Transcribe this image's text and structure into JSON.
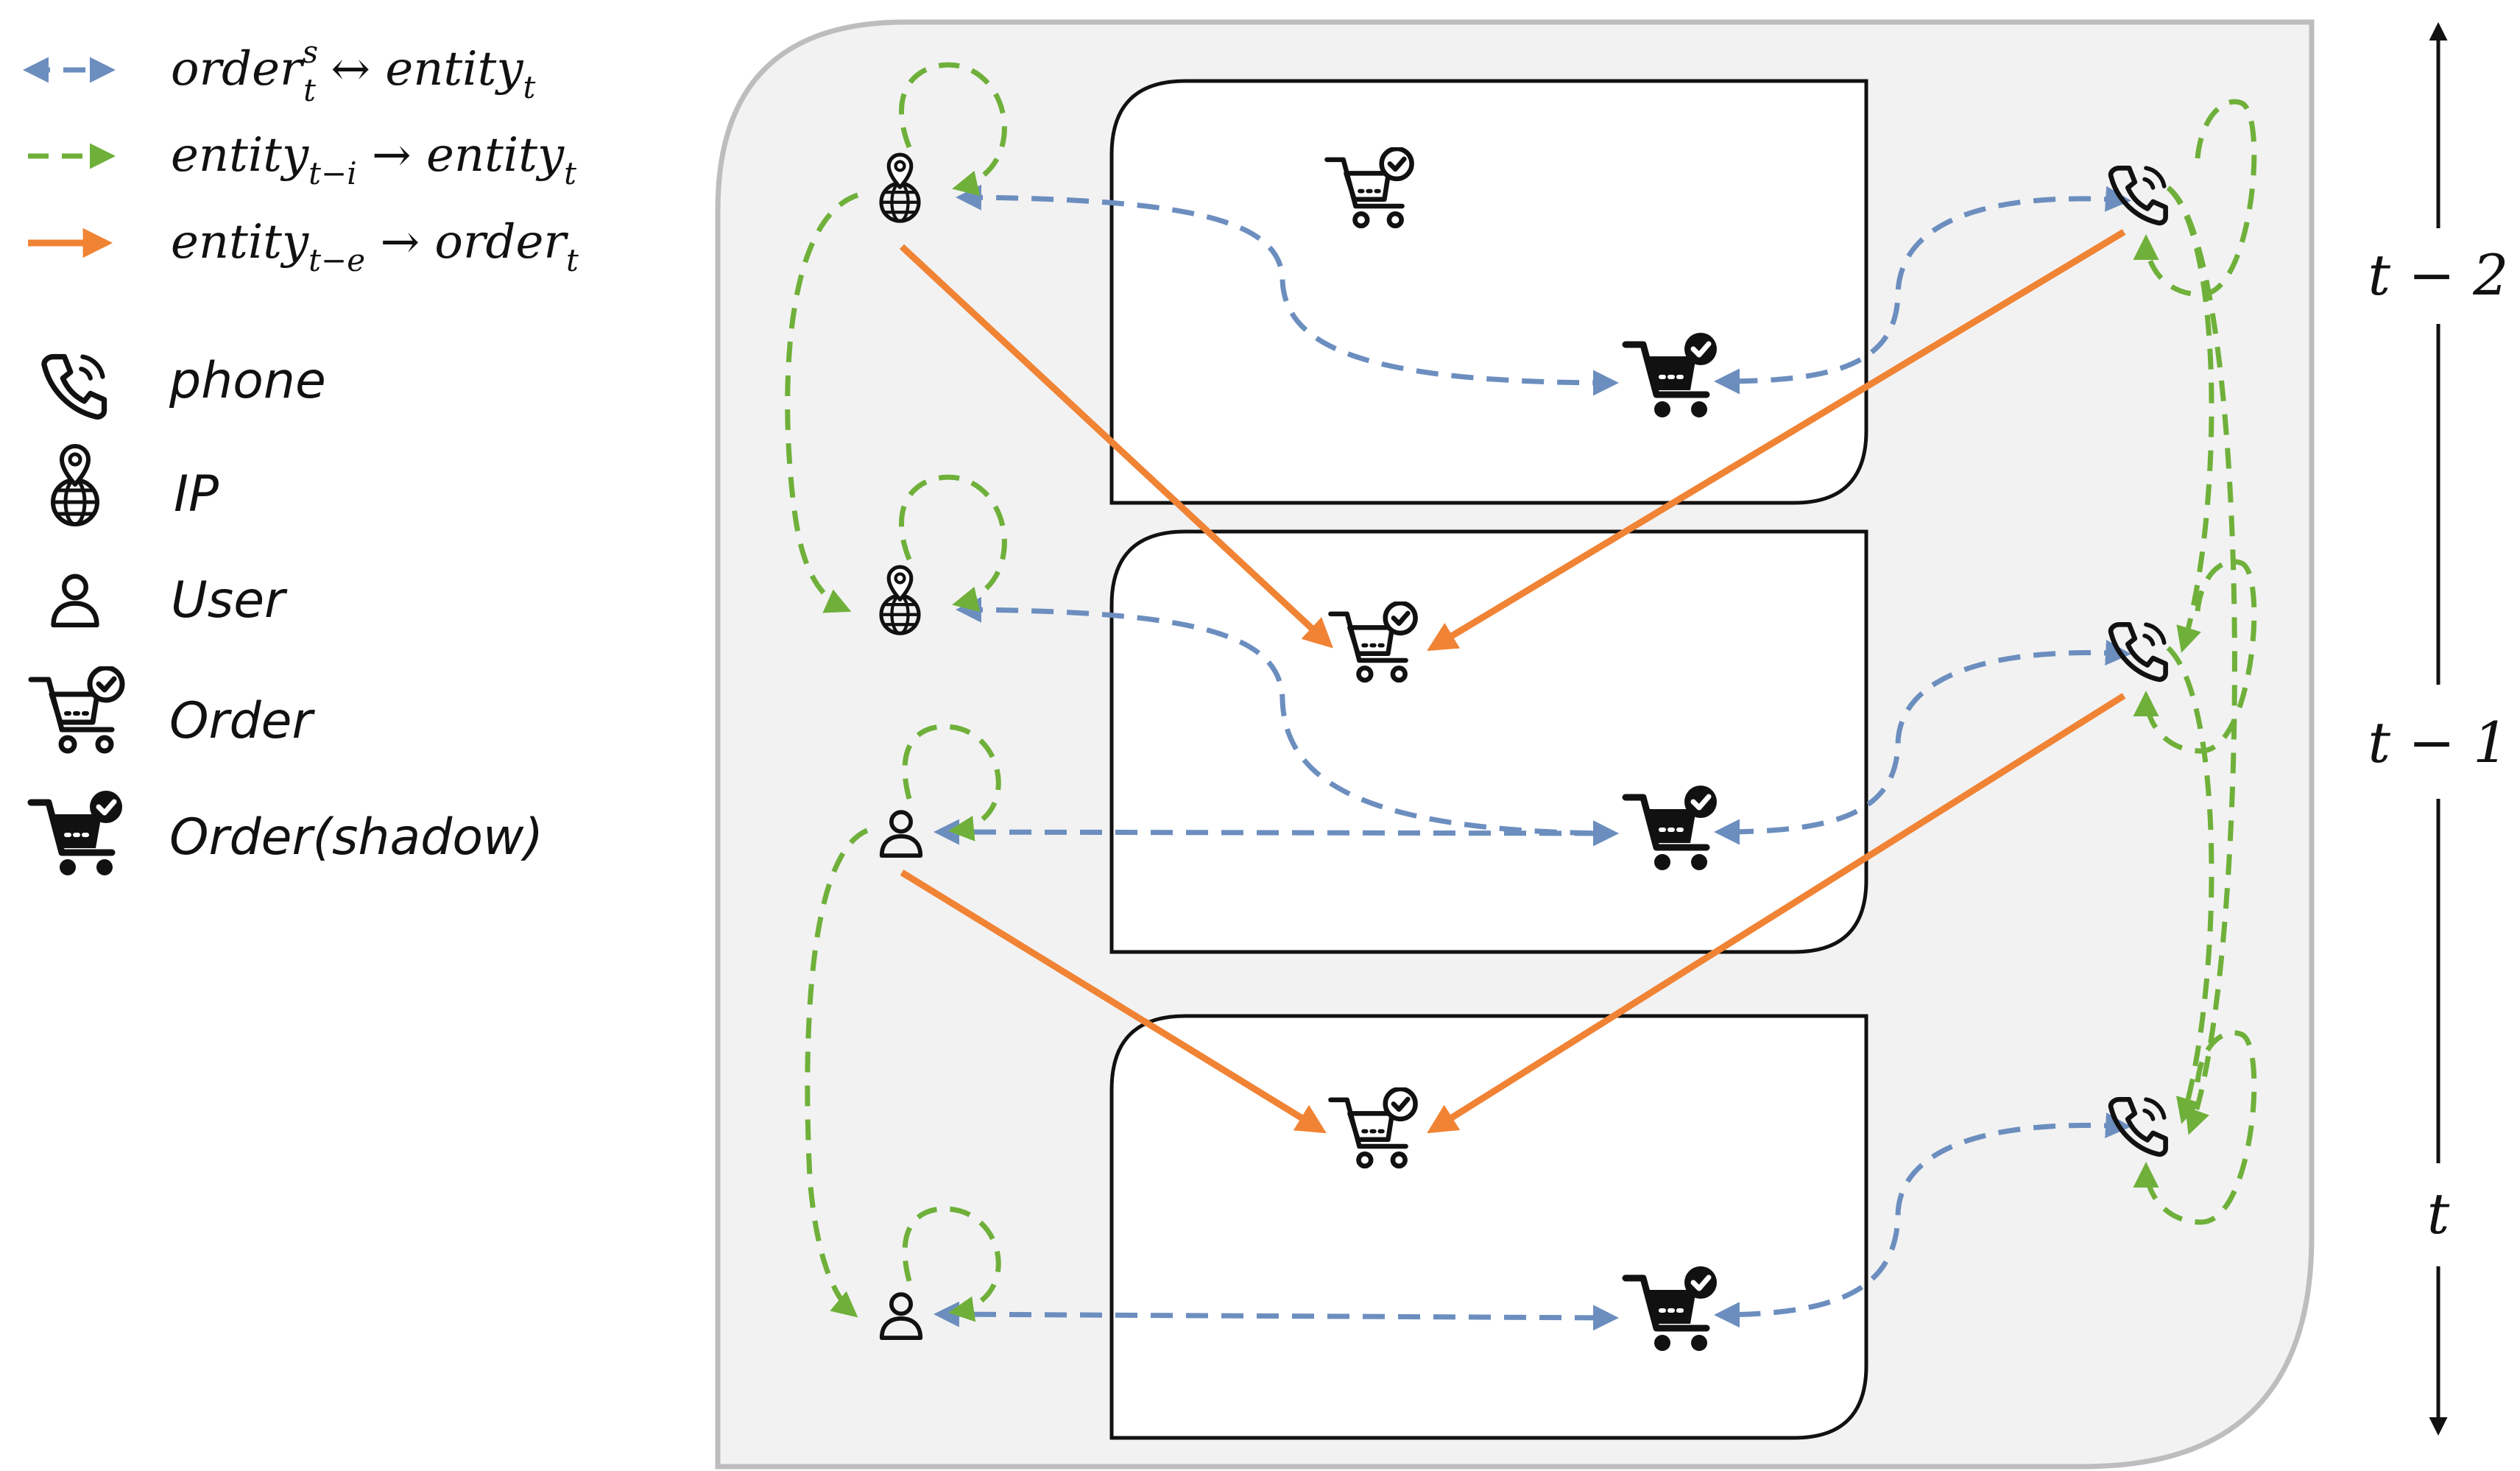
{
  "legend": {
    "entries": [
      {
        "base": "order",
        "sub": "t",
        "sup": "s",
        "op": " ↔ ",
        "base2": "entity",
        "sub2": "t",
        "style": "blue-dashed"
      },
      {
        "base": "entity",
        "sub": "t−i",
        "sup": "",
        "op": " → ",
        "base2": "entity",
        "sub2": "t",
        "style": "green-dashed"
      },
      {
        "base": "entity",
        "sub": "t−e",
        "sup": "",
        "op": " → ",
        "base2": "order",
        "sub2": "t",
        "style": "orange-solid"
      }
    ],
    "icons": [
      {
        "icon": "phone-icon",
        "label": "phone"
      },
      {
        "icon": "ip-globe-icon",
        "label": "IP"
      },
      {
        "icon": "user-icon",
        "label": "User"
      },
      {
        "icon": "order-cart-icon",
        "label": "Order"
      },
      {
        "icon": "shadow-order-cart-icon",
        "label": "Order(shadow)"
      }
    ]
  },
  "time_axis": {
    "labels": [
      "t − 2",
      "t − 1",
      "t"
    ]
  },
  "colors": {
    "blue_edge": "#6c8ebf",
    "green_edge": "#6fb03a",
    "orange_edge": "#f08334",
    "panel_fill": "#f2f2f2",
    "panel_stroke": "#bdbdbd"
  }
}
